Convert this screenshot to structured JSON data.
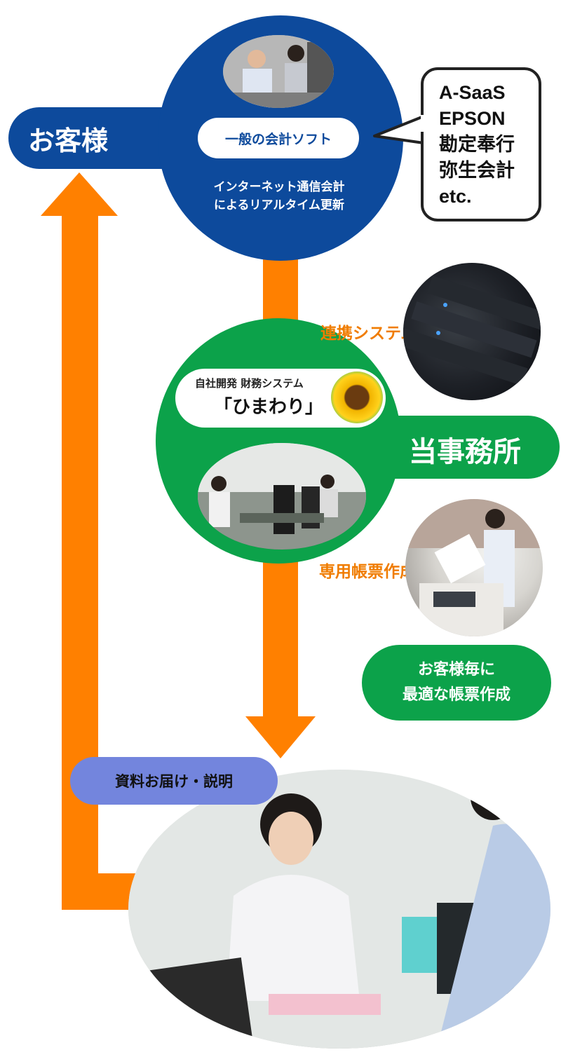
{
  "customer": {
    "label": "お客様",
    "software_pill": "一般の会計ソフト",
    "description_lines": [
      "インターネット通信会計",
      "によるリアルタイム更新"
    ]
  },
  "bubble": {
    "lines": [
      "A-SaaS",
      "EPSON",
      "勘定奉行",
      "弥生会計",
      "etc."
    ]
  },
  "office": {
    "label": "当事務所",
    "system_sub": "自社開発 財務システム",
    "system_name": "「ひまわり」"
  },
  "labels": {
    "renkei": "連携システム",
    "senyou": "専用帳票作成",
    "custom_forms_lines": [
      "お客様毎に",
      "最適な帳票作成"
    ],
    "delivery": "資料お届け・説明"
  },
  "colors": {
    "blue": "#0d4a9c",
    "green": "#0ca24a",
    "orange": "#ff8000",
    "orange_text": "#f07c00",
    "purple_pill": "#7385dd"
  }
}
